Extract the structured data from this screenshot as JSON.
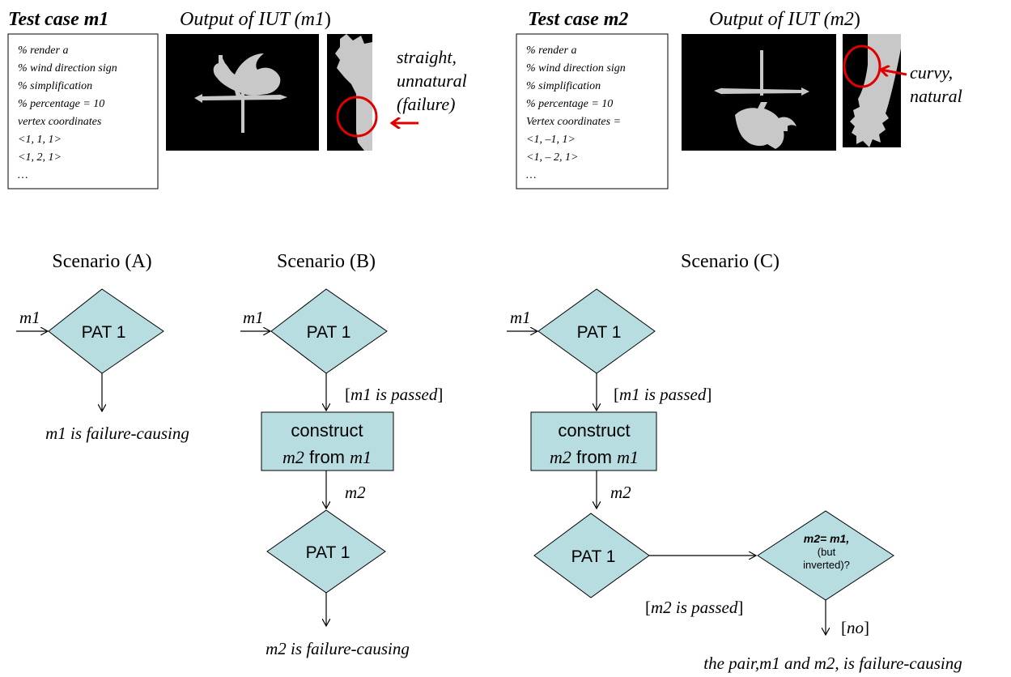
{
  "top": {
    "left": {
      "title": "Test case m1",
      "output_pre": "Output of IUT (",
      "output_var": "m1",
      "output_post": ")",
      "code_lines": [
        "% render a",
        "% wind direction sign",
        "% simplification",
        "% percentage = 10",
        "vertex coordinates",
        "<1, 1, 1>",
        "<1, 2, 1>",
        "…"
      ],
      "note_lines": [
        "straight,",
        "unnatural",
        "(failure)"
      ]
    },
    "right": {
      "title": "Test case m2",
      "output_pre": "Output of IUT (",
      "output_var": "m2",
      "output_post": ")",
      "code_lines": [
        "% render a",
        "% wind direction sign",
        "% simplification",
        "% percentage = 10",
        "Vertex coordinates =",
        "<1, –1, 1>",
        "<1, – 2, 1>",
        "…"
      ],
      "note_lines": [
        "curvy,",
        "natural"
      ]
    }
  },
  "colors": {
    "shape_fill": "#b7dde1",
    "highlight": "#e00000",
    "image_bg": "#000000",
    "silhouette": "#c8c8c8"
  },
  "scenarios": {
    "a": {
      "title": "Scenario (A)",
      "input": "m1",
      "pat": "PAT 1",
      "result": "m1 is failure-causing"
    },
    "b": {
      "title": "Scenario (B)",
      "input": "m1",
      "pat1": "PAT 1",
      "guard1": "m1 is passed",
      "construct_line1": "construct",
      "construct_var1": "m2",
      "construct_from": "from",
      "construct_var2": "m1",
      "edge_m2": "m2",
      "pat2": "PAT 1",
      "result": "m2 is failure-causing"
    },
    "c": {
      "title": "Scenario (C)",
      "input": "m1",
      "pat1": "PAT 1",
      "guard1": "m1 is passed",
      "construct_line1": "construct",
      "construct_var1": "m2",
      "construct_from": "from",
      "construct_var2": "m1",
      "edge_m2": "m2",
      "pat2": "PAT 1",
      "guard2": "m2 is passed",
      "check_line1": "m2= m1,",
      "check_line2": "(but",
      "check_line3": "inverted)?",
      "guard3": "no",
      "result": "the pair,m1 and m2, is failure-causing"
    }
  }
}
